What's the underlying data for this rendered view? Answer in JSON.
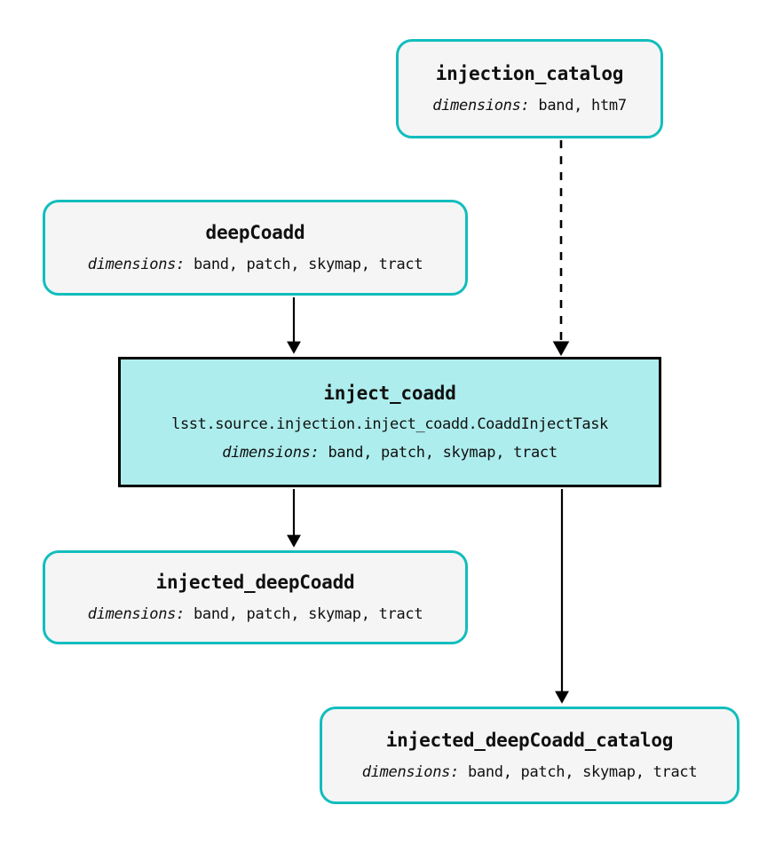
{
  "diagram": {
    "type": "pipeline-dag",
    "orientation": "top-to-bottom",
    "colors": {
      "dataset_border": "#12bdbd",
      "dataset_fill": "#f5f5f5",
      "task_border": "#000000",
      "task_fill": "#aeeded",
      "edge": "#000000",
      "text": "#101010",
      "background": "#ffffff"
    }
  },
  "nodes": {
    "injection_catalog": {
      "title": "injection_catalog",
      "dims_label": "dimensions:",
      "dims_value": " band, htm7",
      "kind": "dataset"
    },
    "deep_coadd": {
      "title": "deepCoadd",
      "dims_label": "dimensions:",
      "dims_value": " band, patch, skymap, tract",
      "kind": "dataset"
    },
    "inject_coadd": {
      "title": "inject_coadd",
      "subtitle": "lsst.source.injection.inject_coadd.CoaddInjectTask",
      "dims_label": "dimensions:",
      "dims_value": " band, patch, skymap, tract",
      "kind": "task"
    },
    "injected_deep_coadd": {
      "title": "injected_deepCoadd",
      "dims_label": "dimensions:",
      "dims_value": " band, patch, skymap, tract",
      "kind": "dataset"
    },
    "injected_deep_coadd_catalog": {
      "title": "injected_deepCoadd_catalog",
      "dims_label": "dimensions:",
      "dims_value": " band, patch, skymap, tract",
      "kind": "dataset"
    }
  },
  "edges": [
    {
      "id": "injection_catalog-to-inject_coadd",
      "from": "injection_catalog",
      "to": "inject_coadd",
      "style": "dashed",
      "arrow": "filled-triangle"
    },
    {
      "id": "deep_coadd-to-inject_coadd",
      "from": "deep_coadd",
      "to": "inject_coadd",
      "style": "solid",
      "arrow": "filled-triangle"
    },
    {
      "id": "inject_coadd-to-injected_deep_coadd",
      "from": "inject_coadd",
      "to": "injected_deep_coadd",
      "style": "solid",
      "arrow": "filled-triangle"
    },
    {
      "id": "inject_coadd-to-injected_deep_coadd_catalog",
      "from": "inject_coadd",
      "to": "injected_deep_coadd_catalog",
      "style": "solid",
      "arrow": "filled-triangle"
    }
  ]
}
